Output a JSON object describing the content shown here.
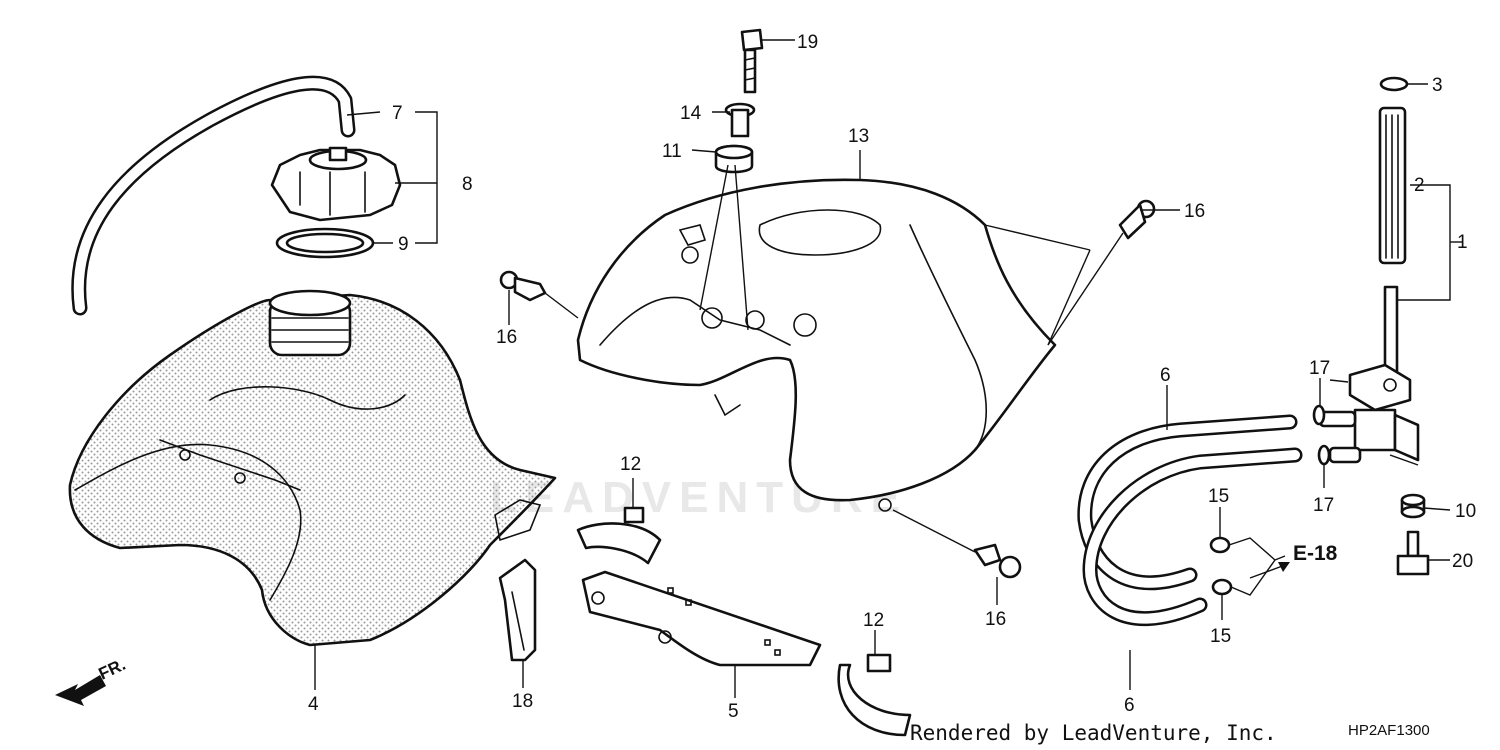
{
  "watermark": "LEADVENTURE",
  "rendered_by": "Rendered by LeadVenture, Inc.",
  "diagram_code": "HP2AF1300",
  "front_arrow": "FR.",
  "reference": "E-18",
  "callouts": {
    "c1": "1",
    "c2": "2",
    "c3": "3",
    "c4": "4",
    "c5": "5",
    "c6a": "6",
    "c6b": "6",
    "c7": "7",
    "c8": "8",
    "c9": "9",
    "c10": "10",
    "c11": "11",
    "c12a": "12",
    "c12b": "12",
    "c13": "13",
    "c14": "14",
    "c15a": "15",
    "c15b": "15",
    "c16a": "16",
    "c16b": "16",
    "c16c": "16",
    "c17a": "17",
    "c17b": "17",
    "c18": "18",
    "c19": "19",
    "c20": "20"
  }
}
